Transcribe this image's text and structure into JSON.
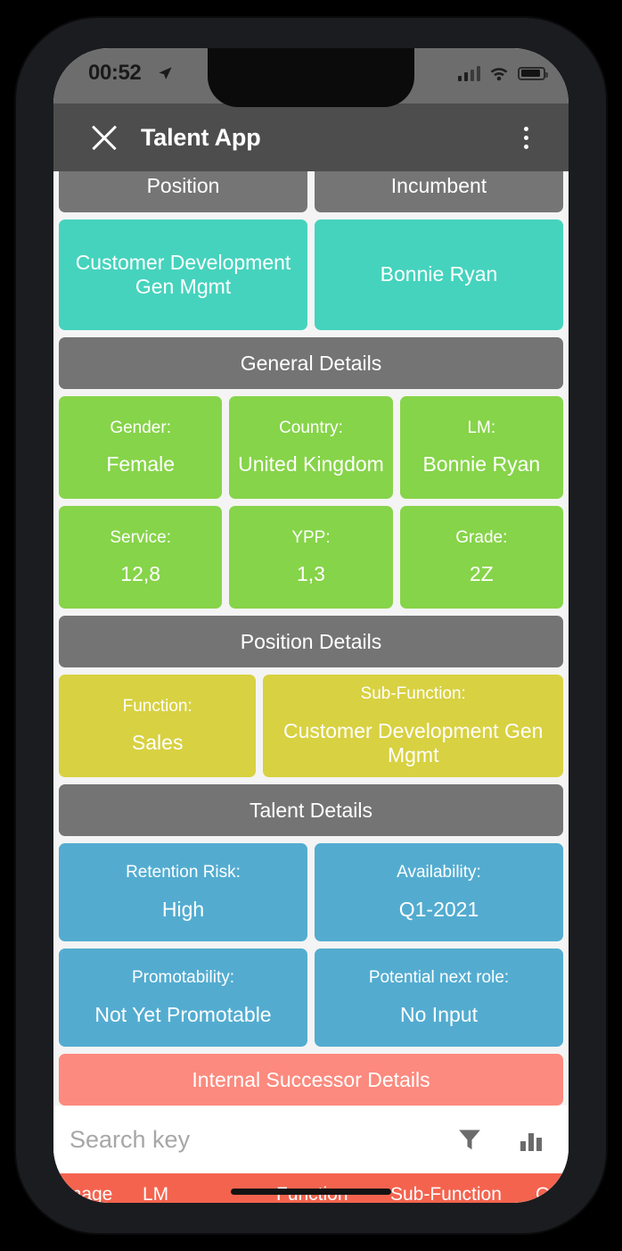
{
  "status_bar": {
    "time": "00:52",
    "location_icon": "location-arrow-icon",
    "signal_icon": "cellular-signal-icon",
    "wifi_icon": "wifi-icon",
    "battery_icon": "battery-icon"
  },
  "app_bar": {
    "close_icon": "close-icon",
    "title": "Talent App",
    "overflow_icon": "more-vertical-icon"
  },
  "header_cards": {
    "position_label": "Position",
    "incumbent_label": "Incumbent",
    "position_value": "Customer Development Gen Mgmt",
    "incumbent_value": "Bonnie Ryan"
  },
  "general_details": {
    "section_title": "General Details",
    "fields": [
      {
        "label": "Gender:",
        "value": "Female"
      },
      {
        "label": "Country:",
        "value": "United Kingdom"
      },
      {
        "label": "LM:",
        "value": "Bonnie Ryan"
      },
      {
        "label": "Service:",
        "value": "12,8"
      },
      {
        "label": "YPP:",
        "value": "1,3"
      },
      {
        "label": "Grade:",
        "value": "2Z"
      }
    ]
  },
  "position_details": {
    "section_title": "Position Details",
    "fields": [
      {
        "label": "Function:",
        "value": "Sales"
      },
      {
        "label": "Sub-Function:",
        "value": "Customer Development Gen Mgmt"
      }
    ]
  },
  "talent_details": {
    "section_title": "Talent Details",
    "fields": [
      {
        "label": "Retention Risk:",
        "value": "High"
      },
      {
        "label": "Availability:",
        "value": "Q1-2021"
      },
      {
        "label": "Promotability:",
        "value": "Not Yet Promotable"
      },
      {
        "label": "Potential next role:",
        "value": "No Input"
      }
    ]
  },
  "successor_section": {
    "title": "Internal Successor Details"
  },
  "search": {
    "placeholder": "Search key",
    "value": "",
    "filter_icon": "filter-funnel-icon",
    "chart_icon": "bar-chart-icon"
  },
  "successor_table": {
    "columns": [
      "Image",
      "LM",
      "Function",
      "Sub-Function",
      "Gr"
    ]
  },
  "colors": {
    "teal": "#45d3bd",
    "green": "#86d449",
    "yellow": "#d8d141",
    "blue": "#53acd0",
    "salmon": "#fc8a7e",
    "section_gray": "#747474",
    "app_bar_gray": "#4d4d4d",
    "table_header_red": "#f4634e"
  }
}
